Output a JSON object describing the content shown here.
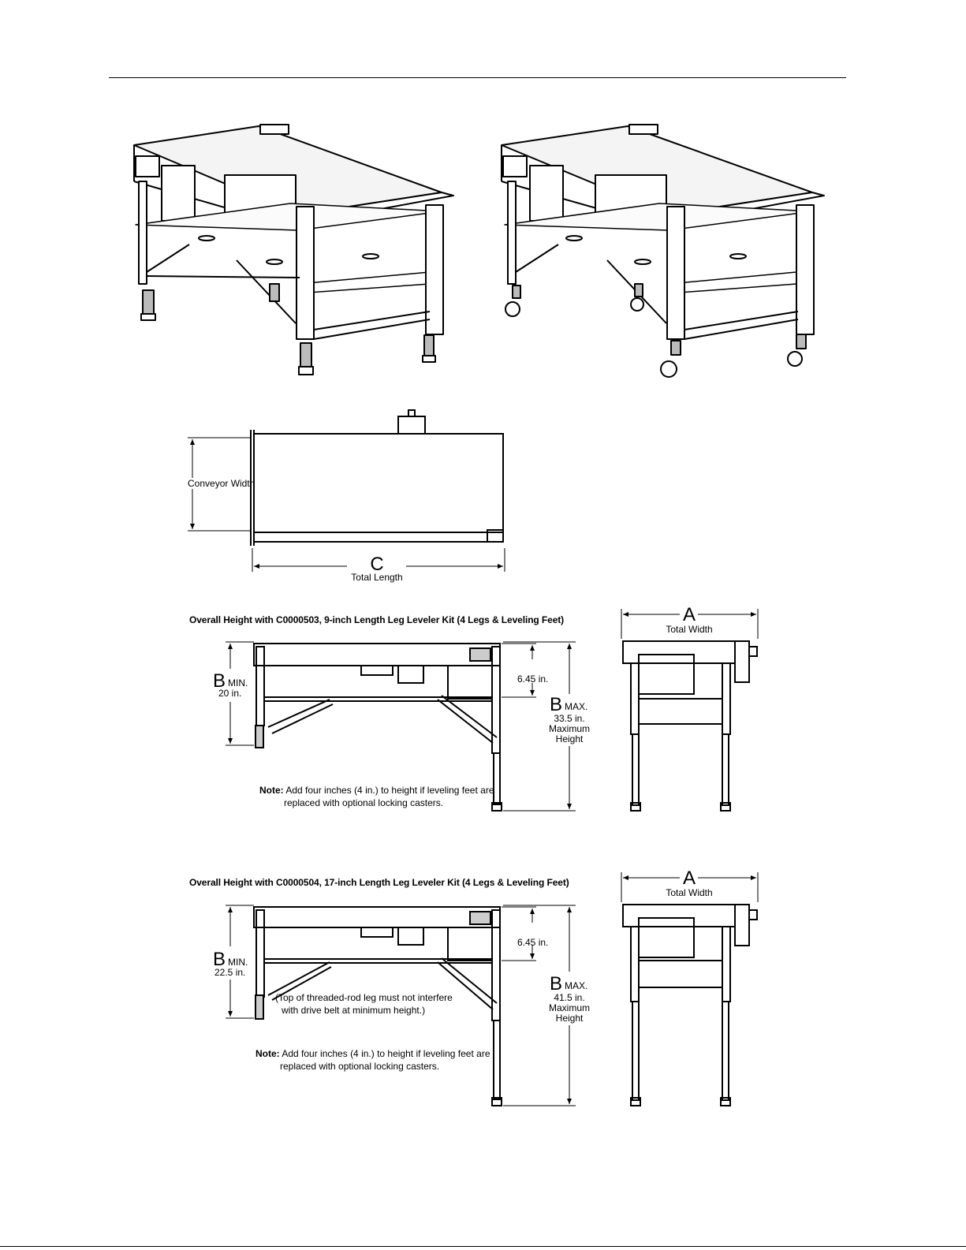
{
  "top_view": {
    "conveyor_width_label": "Conveyor Width",
    "c_letter": "C",
    "total_length_label": "Total Length"
  },
  "kit_9in": {
    "heading": "Overall Height with C0000503, 9-inch Length Leg Leveler Kit (4 Legs & Leveling Feet)",
    "b_letter_min": "B",
    "min_label": "MIN.",
    "min_value": "20 in.",
    "offset_label": "6.45 in.",
    "b_letter_max": "B",
    "max_label": "MAX.",
    "max_value": "33.5 in.",
    "max_caption_1": "Maximum",
    "max_caption_2": "Height",
    "note_prefix": "Note:",
    "note_line1": " Add four inches (4 in.) to height if leveling feet are",
    "note_line2": "replaced with optional locking casters.",
    "a_letter": "A",
    "total_width_label": "Total Width"
  },
  "kit_17in": {
    "heading": "Overall Height with C0000504, 17-inch Length Leg Leveler Kit (4 Legs & Leveling Feet)",
    "b_letter_min": "B",
    "min_label": "MIN.",
    "min_value": "22.5 in.",
    "offset_label": "6.45 in.",
    "b_letter_max": "B",
    "max_label": "MAX.",
    "max_value": "41.5 in.",
    "max_caption_1": "Maximum",
    "max_caption_2": "Height",
    "leg_note_1": "(Top of threaded-rod leg must not interfere",
    "leg_note_2": "with drive belt at minimum height.)",
    "note_prefix": "Note:",
    "note_line1": " Add four inches (4 in.) to height if leveling feet are",
    "note_line2": "replaced with optional locking casters.",
    "a_letter": "A",
    "total_width_label": "Total Width"
  },
  "colors": {
    "line": "#000000",
    "background": "#ffffff",
    "shade": "#d9d9d9"
  }
}
